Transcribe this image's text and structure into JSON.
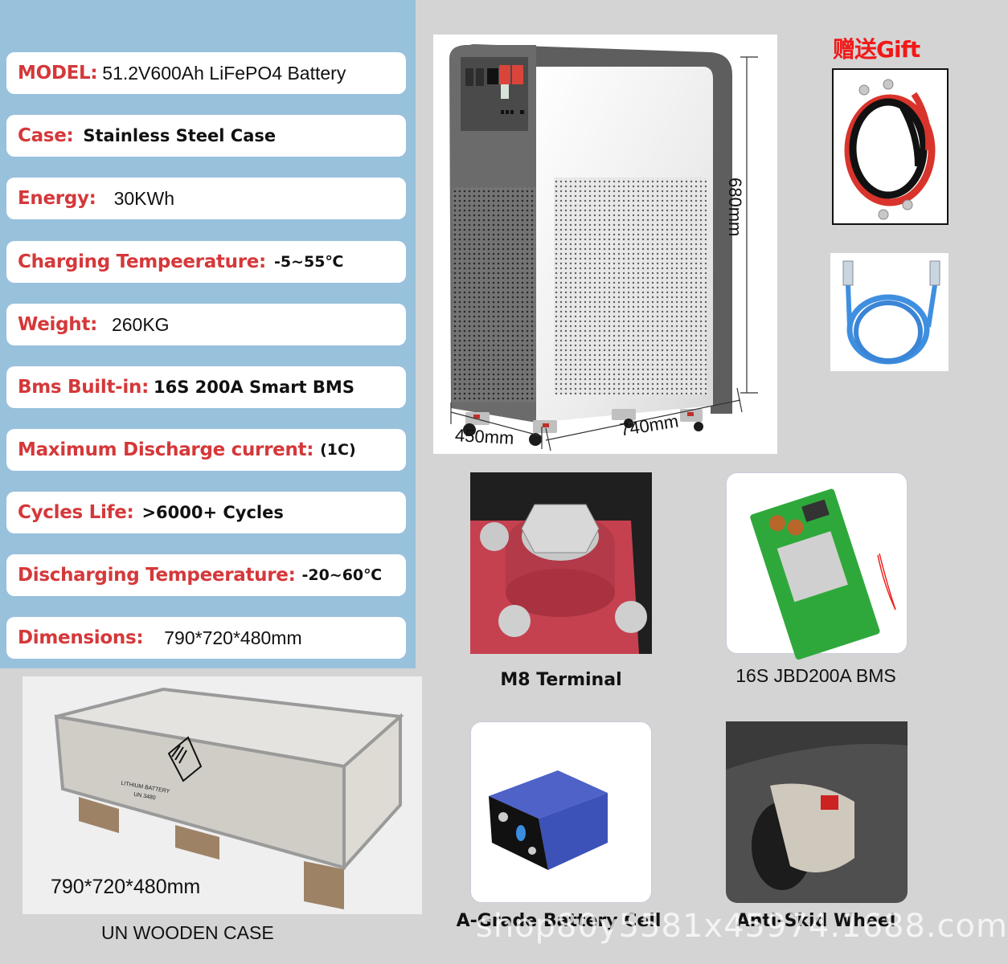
{
  "specs": [
    {
      "label": "MODEL:",
      "value": "51.2V600Ah LiFePO4 Battery",
      "style": "regular"
    },
    {
      "label": "Case:",
      "value": "Stainless Steel Case",
      "style": "bold"
    },
    {
      "label": "Energy:",
      "value": "30KWh",
      "style": "regular"
    },
    {
      "label": "Charging Tempeerature:",
      "value": "-5~55℃",
      "style": "small"
    },
    {
      "label": "Weight:",
      "value": "260KG",
      "style": "regular"
    },
    {
      "label": "Bms Built-in:",
      "value": "16S 200A Smart BMS",
      "style": "bold"
    },
    {
      "label": "Maximum Discharge current:",
      "value": "(1C)",
      "style": "small"
    },
    {
      "label": "Cycles Life:",
      "value": ">6000+ Cycles",
      "style": "bold"
    },
    {
      "label": "Discharging Tempeerature:",
      "value": "-20~60℃",
      "style": "small"
    },
    {
      "label": "Dimensions:",
      "value": "790*720*480mm",
      "style": "regular"
    }
  ],
  "product": {
    "height_label": "680mm",
    "depth_label": "450mm",
    "width_label": "740mm"
  },
  "gift": {
    "title": "赠送Gift",
    "items": [
      "battery-cables-image",
      "ethernet-cable-image"
    ]
  },
  "features": [
    {
      "label": "M8 Terminal"
    },
    {
      "label": "16S JBD200A BMS"
    },
    {
      "label": "A-Grade Battery Cell"
    },
    {
      "label": "Anti-Skid Wheel"
    }
  ],
  "crate": {
    "dimensions": "790*720*480mm",
    "title": "UN WOODEN CASE",
    "marking_1": "LITHIUM BATTERY",
    "marking_2": "UN 3480"
  },
  "watermark": "shop80y5581x45974.1688.com",
  "colors": {
    "panel_bg": "#98c1dc",
    "label_red": "#d5383a",
    "gift_red": "#f21818",
    "page_bg": "#d4d4d4"
  }
}
